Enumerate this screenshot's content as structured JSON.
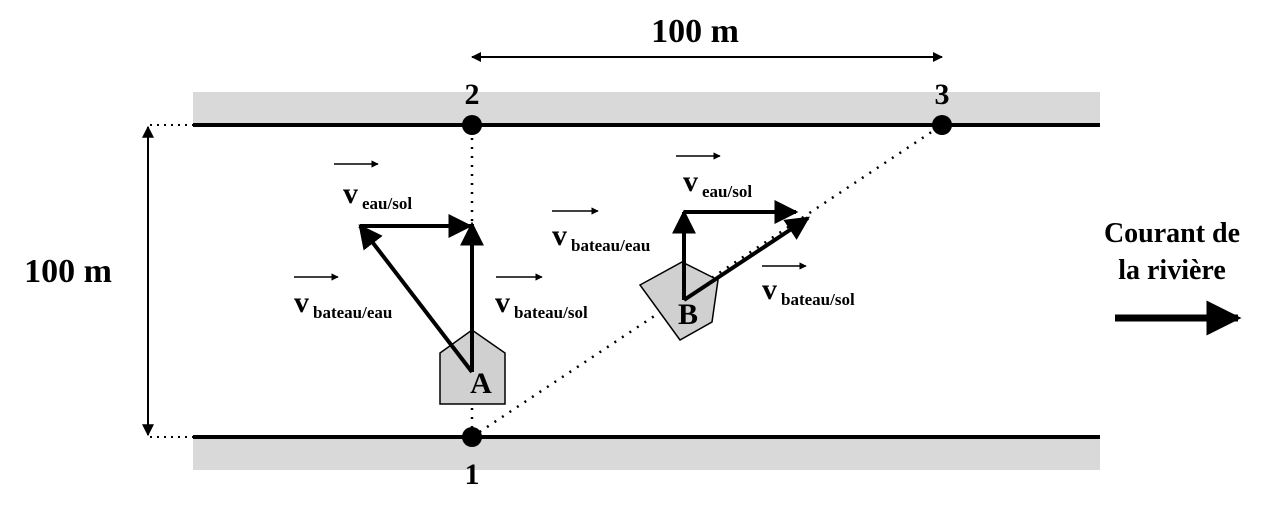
{
  "dimension_horizontal": "100 m",
  "dimension_vertical": "100 m",
  "points": {
    "p1": "1",
    "p2": "2",
    "p3": "3"
  },
  "boats": {
    "a": "A",
    "b": "B"
  },
  "vectors": {
    "main_letter": "v",
    "sub_eau_sol": "eau/sol",
    "sub_bateau_eau": "bateau/eau",
    "sub_bateau_sol": "bateau/sol"
  },
  "current": {
    "line1": "Courant de",
    "line2": "la rivière"
  },
  "colors": {
    "bank": "#d9d9d9",
    "boat": "#d0d0d0",
    "ink": "#000000"
  }
}
